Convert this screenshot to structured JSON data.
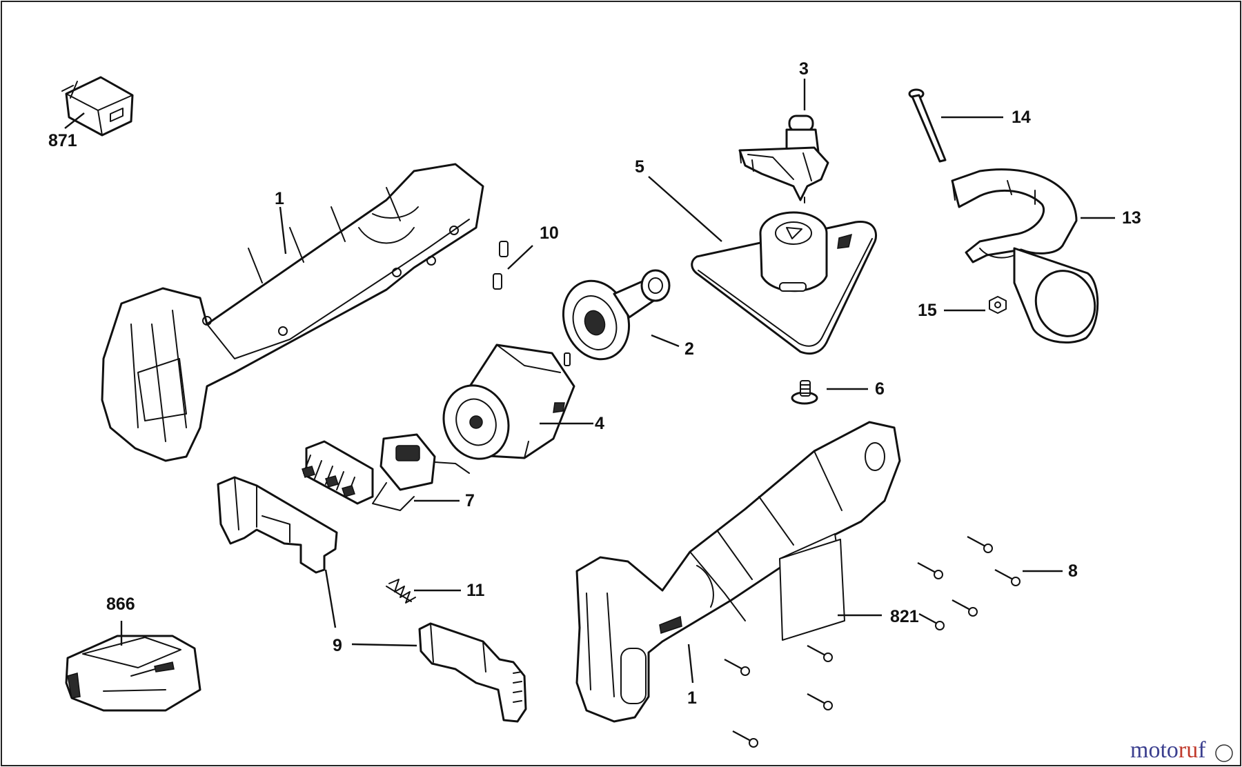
{
  "diagram": {
    "callouts": {
      "c871": "871",
      "c1a": "1",
      "c10": "10",
      "c5": "5",
      "c3": "3",
      "c14": "14",
      "c13": "13",
      "c15": "15",
      "c2": "2",
      "c6": "6",
      "c4": "4",
      "c7": "7",
      "c11": "11",
      "c9": "9",
      "c866": "866",
      "c1b": "1",
      "c8": "8",
      "c821": "821"
    },
    "watermark": {
      "moto": "moto",
      "ru": "ru",
      "f": "f"
    }
  }
}
